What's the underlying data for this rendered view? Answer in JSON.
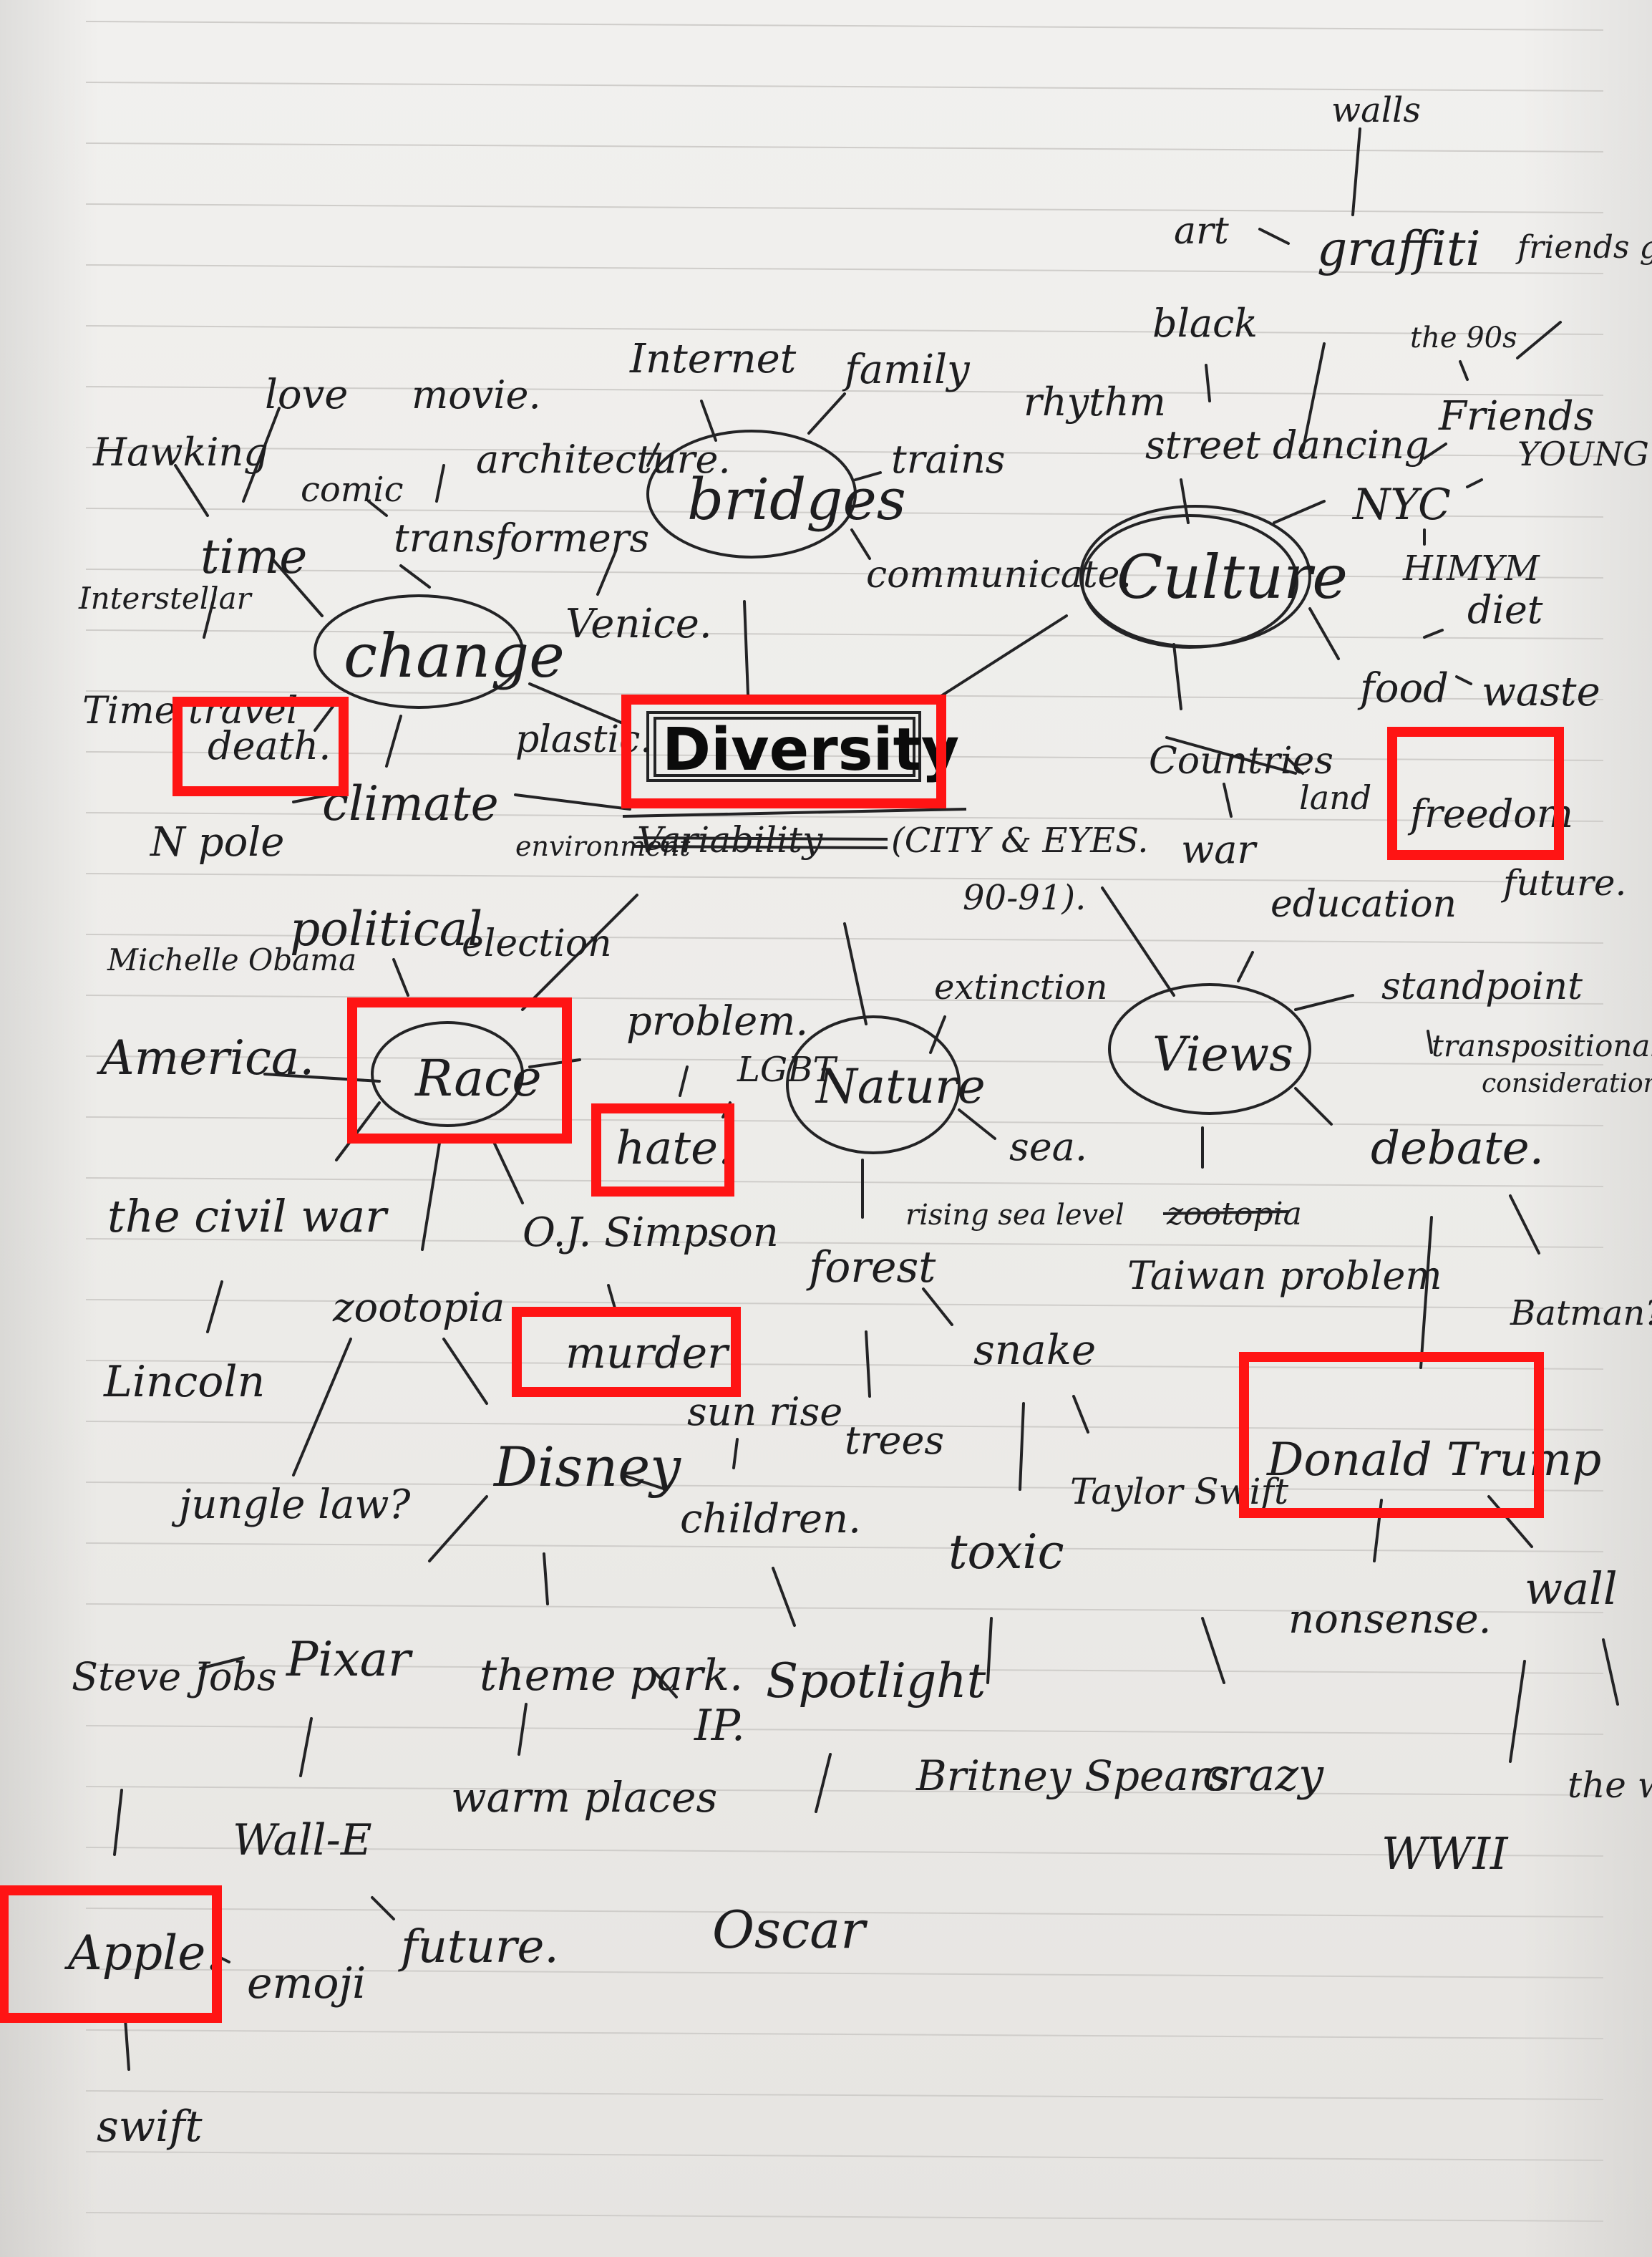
{
  "center": {
    "title": "Diversity",
    "crossed_word": "Variability",
    "note_line1": "(CITY & EYES.",
    "note_line2": "90-91)."
  },
  "hubs": {
    "change": "change",
    "bridges": "bridges",
    "culture": "Culture",
    "race": "Race",
    "nature": "Nature",
    "views": "Views"
  },
  "words": {
    "walls": "walls",
    "art": "art",
    "graffiti": "graffiti",
    "friends_gang": "friends gang",
    "internet": "Internet",
    "family": "family",
    "black": "black",
    "the_90s": "the 90s",
    "hawking": "Hawking",
    "love": "love",
    "movie": "movie.",
    "architecture": "architecture.",
    "rhythm": "rhythm",
    "street_dancing": "street dancing",
    "friends": "Friends",
    "comic": "comic",
    "trains": "trains",
    "young": "YOUNG",
    "interstellar": "Interstellar",
    "time": "time",
    "transformers": "transformers",
    "nyc": "NYC",
    "himym": "HIMYM",
    "communicate": "communicate.",
    "venice": "Venice.",
    "diet": "diet",
    "time_travel": "Time travel",
    "food": "food",
    "waste": "waste",
    "death": "death.",
    "plastic": "plastic.",
    "countries": "Countries",
    "n_pole": "N pole",
    "climate": "climate",
    "environment": "environment",
    "war": "war",
    "land": "land",
    "freedom": "freedom",
    "michelle_obama": "Michelle Obama",
    "political": "political",
    "education": "education",
    "future_top": "future.",
    "election": "election",
    "extinction": "extinction",
    "standpoint": "standpoint",
    "transpositional": "transpositional",
    "consideration": "consideration",
    "america": "America.",
    "problem": "problem.",
    "lgbt": "LGBT",
    "hate": "hate.",
    "sea": "sea.",
    "debate": "debate.",
    "the_civil_war": "the civil war",
    "rising_sea_level": "rising sea level",
    "oj_simpson": "O.J. Simpson",
    "forest": "forest",
    "zootopia_crossed": "zootopia",
    "taiwan_problem": "Taiwan problem",
    "batman": "Batman?",
    "lincoln": "Lincoln",
    "zootopia": "zootopia",
    "murder": "murder",
    "snake": "snake",
    "sun_rise": "sun rise",
    "trees": "trees",
    "donald_trump": "Donald Trump",
    "jungle_law": "jungle law?",
    "disney": "Disney",
    "children": "children.",
    "taylor_swift": "Taylor Swift",
    "toxic": "toxic",
    "nonsense": "nonsense.",
    "wall": "wall",
    "steve_jobs": "Steve Jobs",
    "pixar": "Pixar",
    "theme_park": "theme park.",
    "spotlight": "Spotlight",
    "ip": "IP.",
    "britney_spears": "Britney Spears",
    "crazy": "crazy",
    "warm_places": "warm places",
    "wall_e": "Wall-E",
    "the_wall": "the wall",
    "wwii": "WWII",
    "oscar": "Oscar",
    "apple": "Apple.",
    "emoji": "emoji",
    "future_bottom": "future.",
    "swift": "swift"
  },
  "highlight_color": "#ff1414",
  "ink_color": "#232325",
  "paper_color": "#eeedea"
}
